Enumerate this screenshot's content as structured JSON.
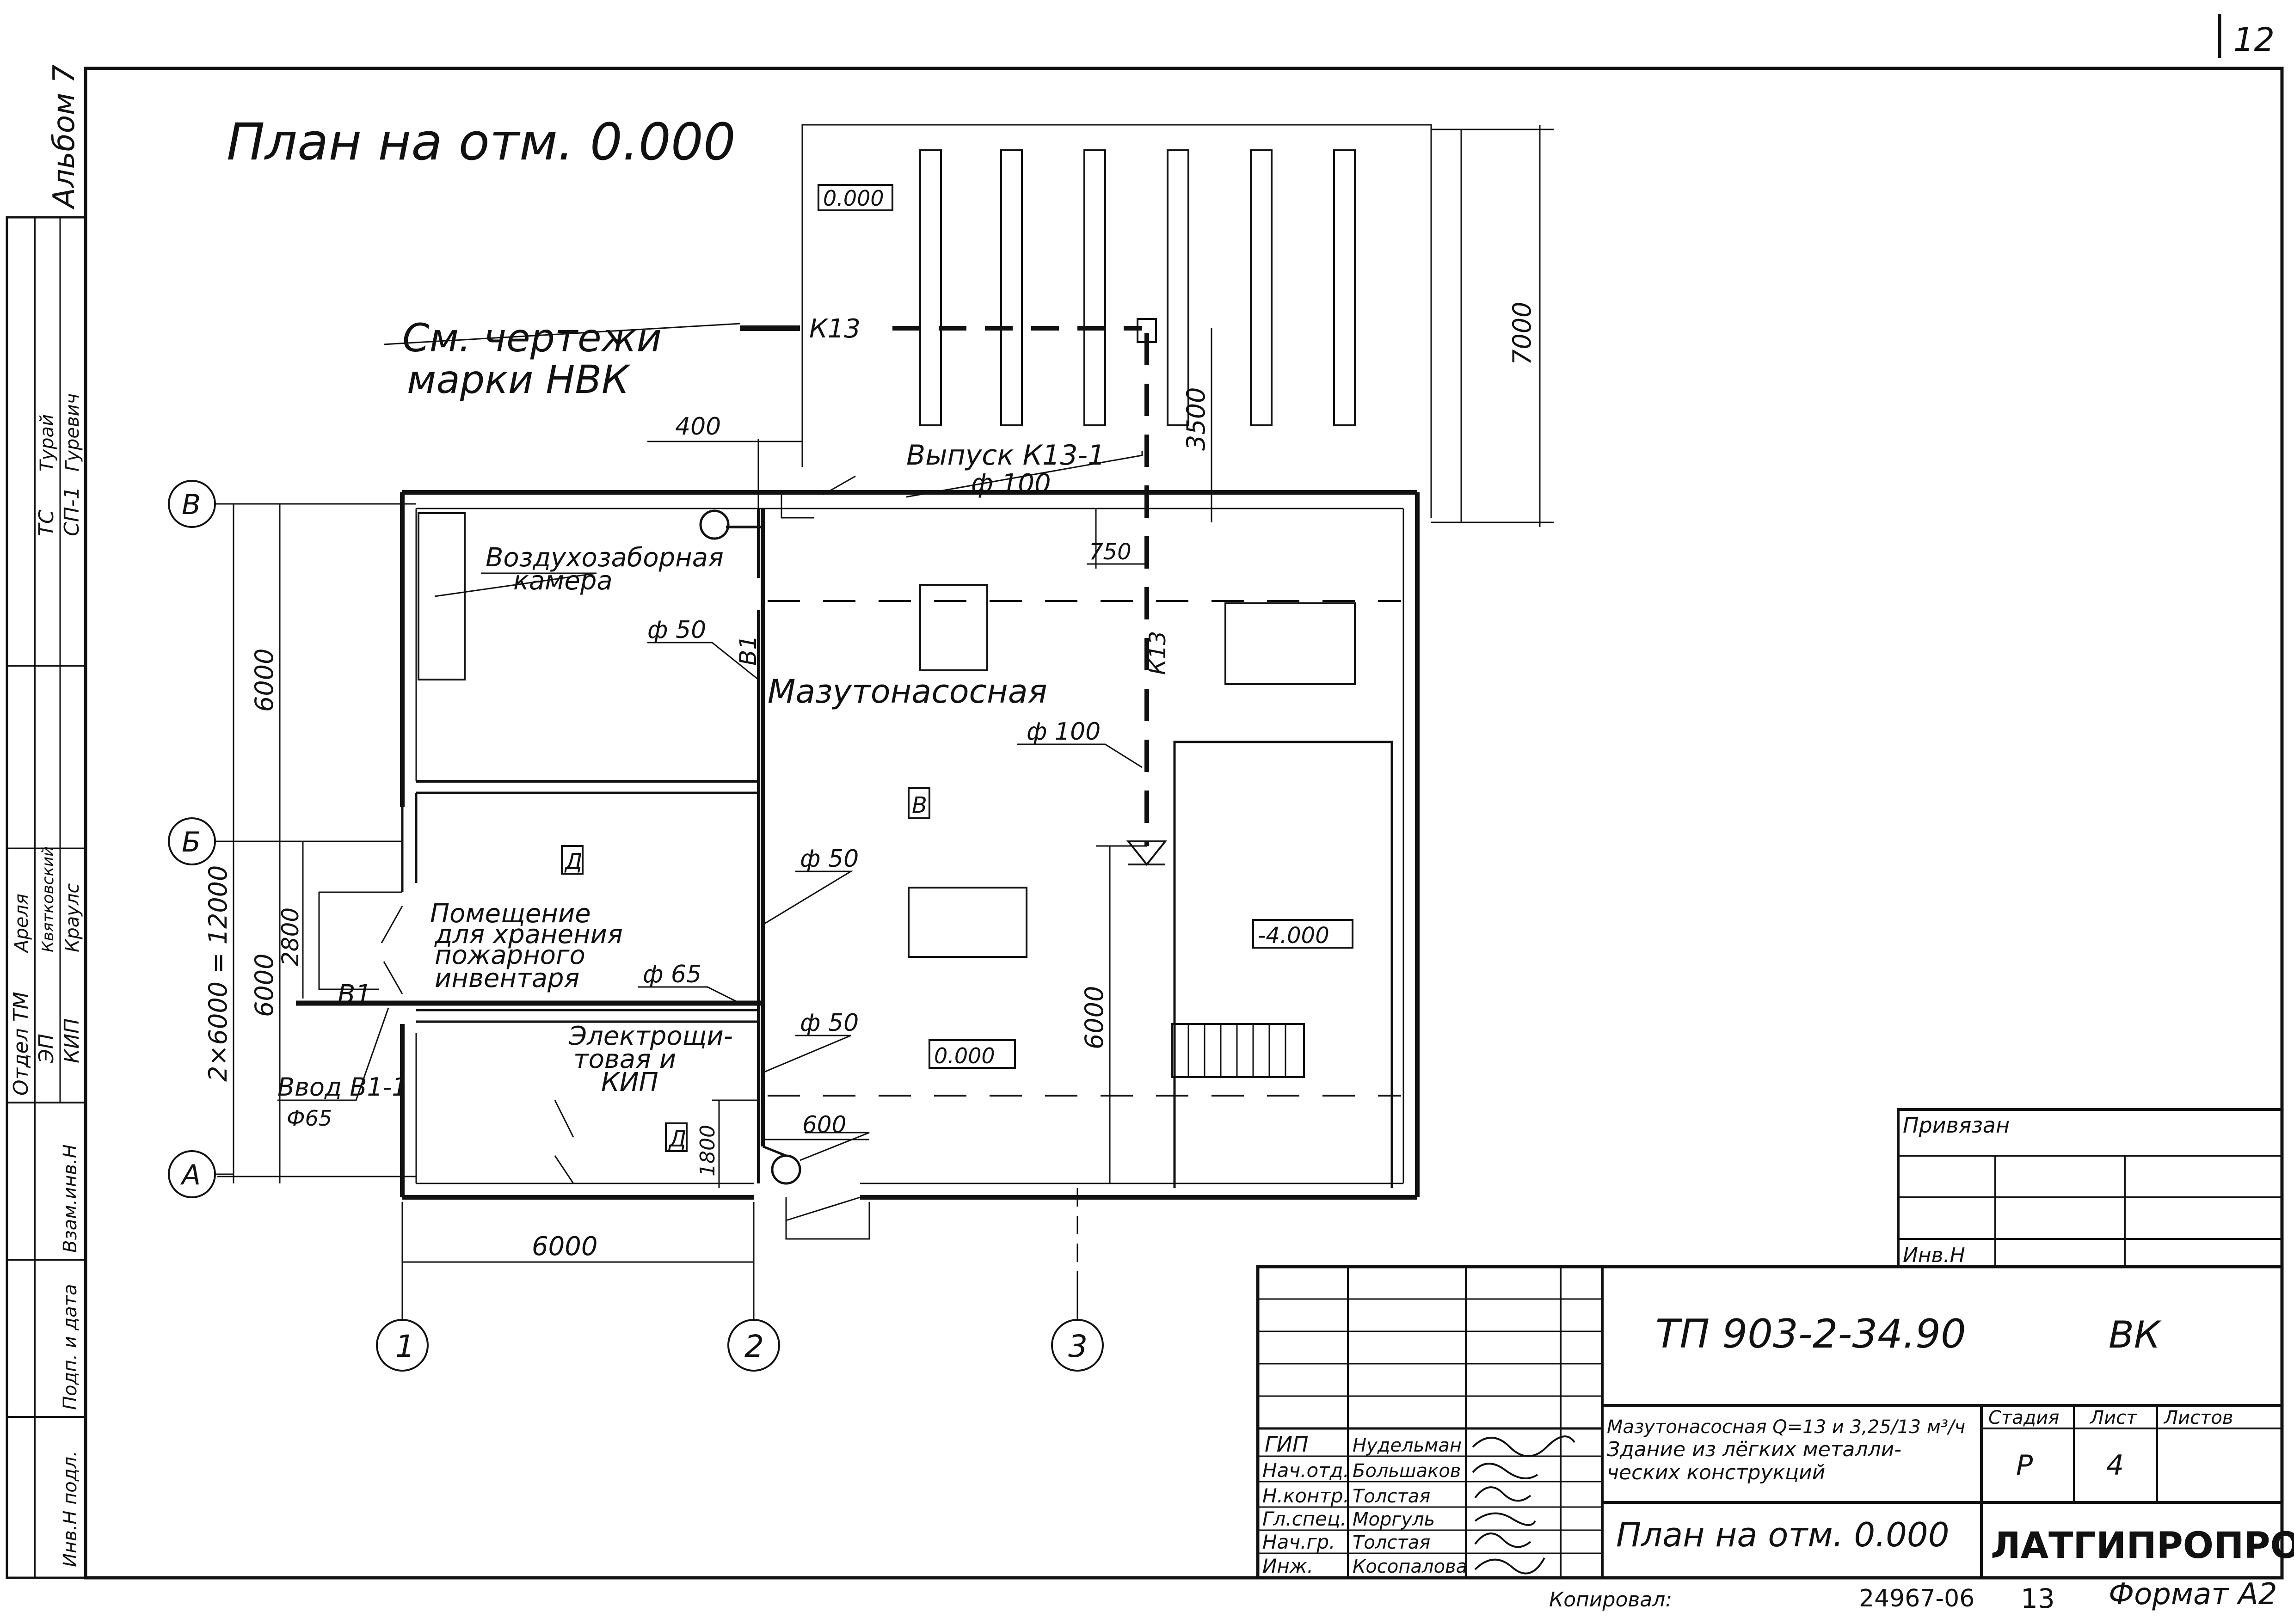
{
  "sheet": {
    "page_number": "12",
    "album": "Альбом 7",
    "copied_by": "Копировал:",
    "order_number": "24967-06",
    "order_suffix": "13",
    "format": "Формат А2"
  },
  "plan": {
    "title": "План на отм. 0.000",
    "rooms": {
      "air_intake": [
        "Воздухозаборная",
        "камера"
      ],
      "pump_room": "Мазутонасосная",
      "storage": [
        "Помещение",
        "для хранения",
        "пожарного",
        "инвентаря"
      ],
      "electrical": [
        "Электрощи-",
        "товая и",
        "КИП"
      ],
      "category_storage": "Д",
      "category_pump": "В",
      "category_electrical": "Д"
    },
    "levels": {
      "tank_area": "0.000",
      "pump_room": "0.000",
      "pit": "-4.000"
    },
    "pipes": {
      "k13": "К13",
      "k13_vertical": "К13",
      "outlet": "Выпуск К13-1",
      "outlet_diam": "ф 100",
      "diam_100": "ф 100",
      "b1": "В1",
      "b1_vertical": "В1",
      "d50_a": "ф 50",
      "d50_b": "ф 50",
      "d50_c": "ф 50",
      "d65": "ф 65",
      "inlet": "Ввод В1-1",
      "inlet_diam": "Ф65"
    },
    "reference_note": [
      "См. чертежи",
      "марки НВК"
    ],
    "dimensions": {
      "d400": "400",
      "d750": "750",
      "d3500": "3500",
      "d7000": "7000",
      "d6000_top": "6000",
      "d6000_bottom": "6000",
      "d2800": "2800",
      "d_total": "2×6000 = 12000",
      "d6000_pit": "6000",
      "d600": "600",
      "d1800": "1800",
      "d6000_axes": "6000"
    },
    "axes": {
      "row_top": "В",
      "row_mid": "Б",
      "row_bottom": "А",
      "col_1": "1",
      "col_2": "2",
      "col_3": "3"
    }
  },
  "left_strip": {
    "labels": [
      "Отдел ТМ",
      "ЭП",
      "КИП",
      "ТС",
      "СП-1",
      "Ареля",
      "Квятковский",
      "Краулс",
      "Турай",
      "Гуревич"
    ],
    "headers": [
      "Инв.Н подл.",
      "Подп. и дата",
      "Взам.инв.Н"
    ]
  },
  "binding_block": {
    "title": "Привязан",
    "inv_label": "Инв.Н"
  },
  "title_block": {
    "project_code": "ТП 903-2-34.90",
    "mark": "ВК",
    "roles": [
      "ГИП",
      "Нач.отд.",
      "Н.контр.",
      "Гл.спец.",
      "Нач.гр.",
      "Инж."
    ],
    "names": [
      "Нудельман",
      "Большаков",
      "Толстая",
      "Моргуль",
      "Толстая",
      "Косопалова"
    ],
    "description": [
      "Мазутонасосная Q=13 и 3,25/13 м³/ч",
      "Здание из лёгких металли-",
      "ческих конструкций"
    ],
    "sheet_title": "План на отм. 0.000",
    "col_stage": "Стадия",
    "col_sheet": "Лист",
    "col_sheets": "Листов",
    "stage": "Р",
    "sheet": "4",
    "sheets": "",
    "organization": "ЛАТГИПРОПРОМ"
  }
}
